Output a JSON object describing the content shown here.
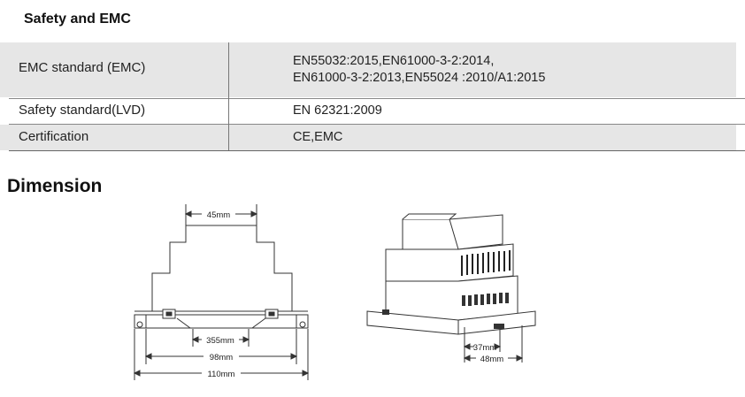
{
  "safety": {
    "title": "Safety and EMC",
    "rows": [
      {
        "label": "EMC standard (EMC)",
        "value_line1": "EN55032:2015,EN61000-3-2:2014,",
        "value_line2": "EN61000-3-2:2013,EN55024 :2010/A1:2015"
      },
      {
        "label": "Safety standard(LVD)",
        "value_line1": "EN 62321:2009"
      },
      {
        "label": "Certification",
        "value_line1": "CE,EMC"
      }
    ]
  },
  "dimension": {
    "title": "Dimension",
    "front_view": {
      "top_width": "45mm",
      "rail_span": "355mm",
      "body_width": "98mm",
      "total_width": "110mm"
    },
    "side_view": {
      "inner_depth": "37mm",
      "total_depth": "48mm"
    }
  }
}
